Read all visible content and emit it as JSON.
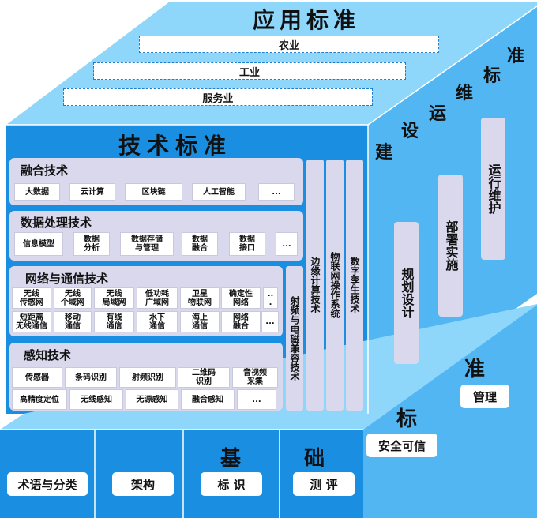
{
  "application": {
    "title": "应用标准",
    "bars": [
      "农业",
      "工业",
      "服务业"
    ]
  },
  "technology": {
    "title": "技术标准",
    "fusion": {
      "title": "融合技术",
      "items": [
        "大数据",
        "云计算",
        "区块链",
        "人工智能",
        "..."
      ]
    },
    "dataproc": {
      "title": "数据处理技术",
      "items": [
        "信息模型",
        "数据\n分析",
        "数据存储\n与管理",
        "数据\n融合",
        "数据\n接口",
        "..."
      ]
    },
    "network": {
      "title": "网络与通信技术",
      "row1": [
        "无线\n传感网",
        "无线\n个域网",
        "无线\n局域网",
        "低功耗\n广域网",
        "卫星\n物联网",
        "确定性\n网络",
        "..\n."
      ],
      "row2": [
        "短距离\n无线通信",
        "移动\n通信",
        "有线\n通信",
        "水下\n通信",
        "海上\n通信",
        "网络\n融合",
        "..."
      ]
    },
    "sensing": {
      "title": "感知技术",
      "row1": [
        "传感器",
        "条码识别",
        "射频识别",
        "二维码\n识别",
        "音视频\n采集"
      ],
      "row2": [
        "高精度定位",
        "无线感知",
        "无源感知",
        "融合感知",
        "..."
      ]
    },
    "columns": [
      "射频与电磁兼容技术",
      "边缘计算技术",
      "物联网操作系统",
      "数字孪生技术"
    ]
  },
  "ops": {
    "title_chars": [
      "建",
      "设",
      "运",
      "维",
      "标",
      "准"
    ],
    "bars": [
      "规划设计",
      "部署实施",
      "运行维护"
    ]
  },
  "foundation": {
    "title_chars": [
      "基",
      "础",
      "标",
      "准"
    ],
    "items": [
      "术语与分类",
      "架构",
      "标  识",
      "测  评",
      "安全可信",
      "管理"
    ]
  },
  "colors": {
    "bright_blue": "#1a8ee0",
    "light_blue": "#8fd6fb",
    "mid_blue": "#52b6f2",
    "panel_lavender": "#d9d8ec"
  }
}
